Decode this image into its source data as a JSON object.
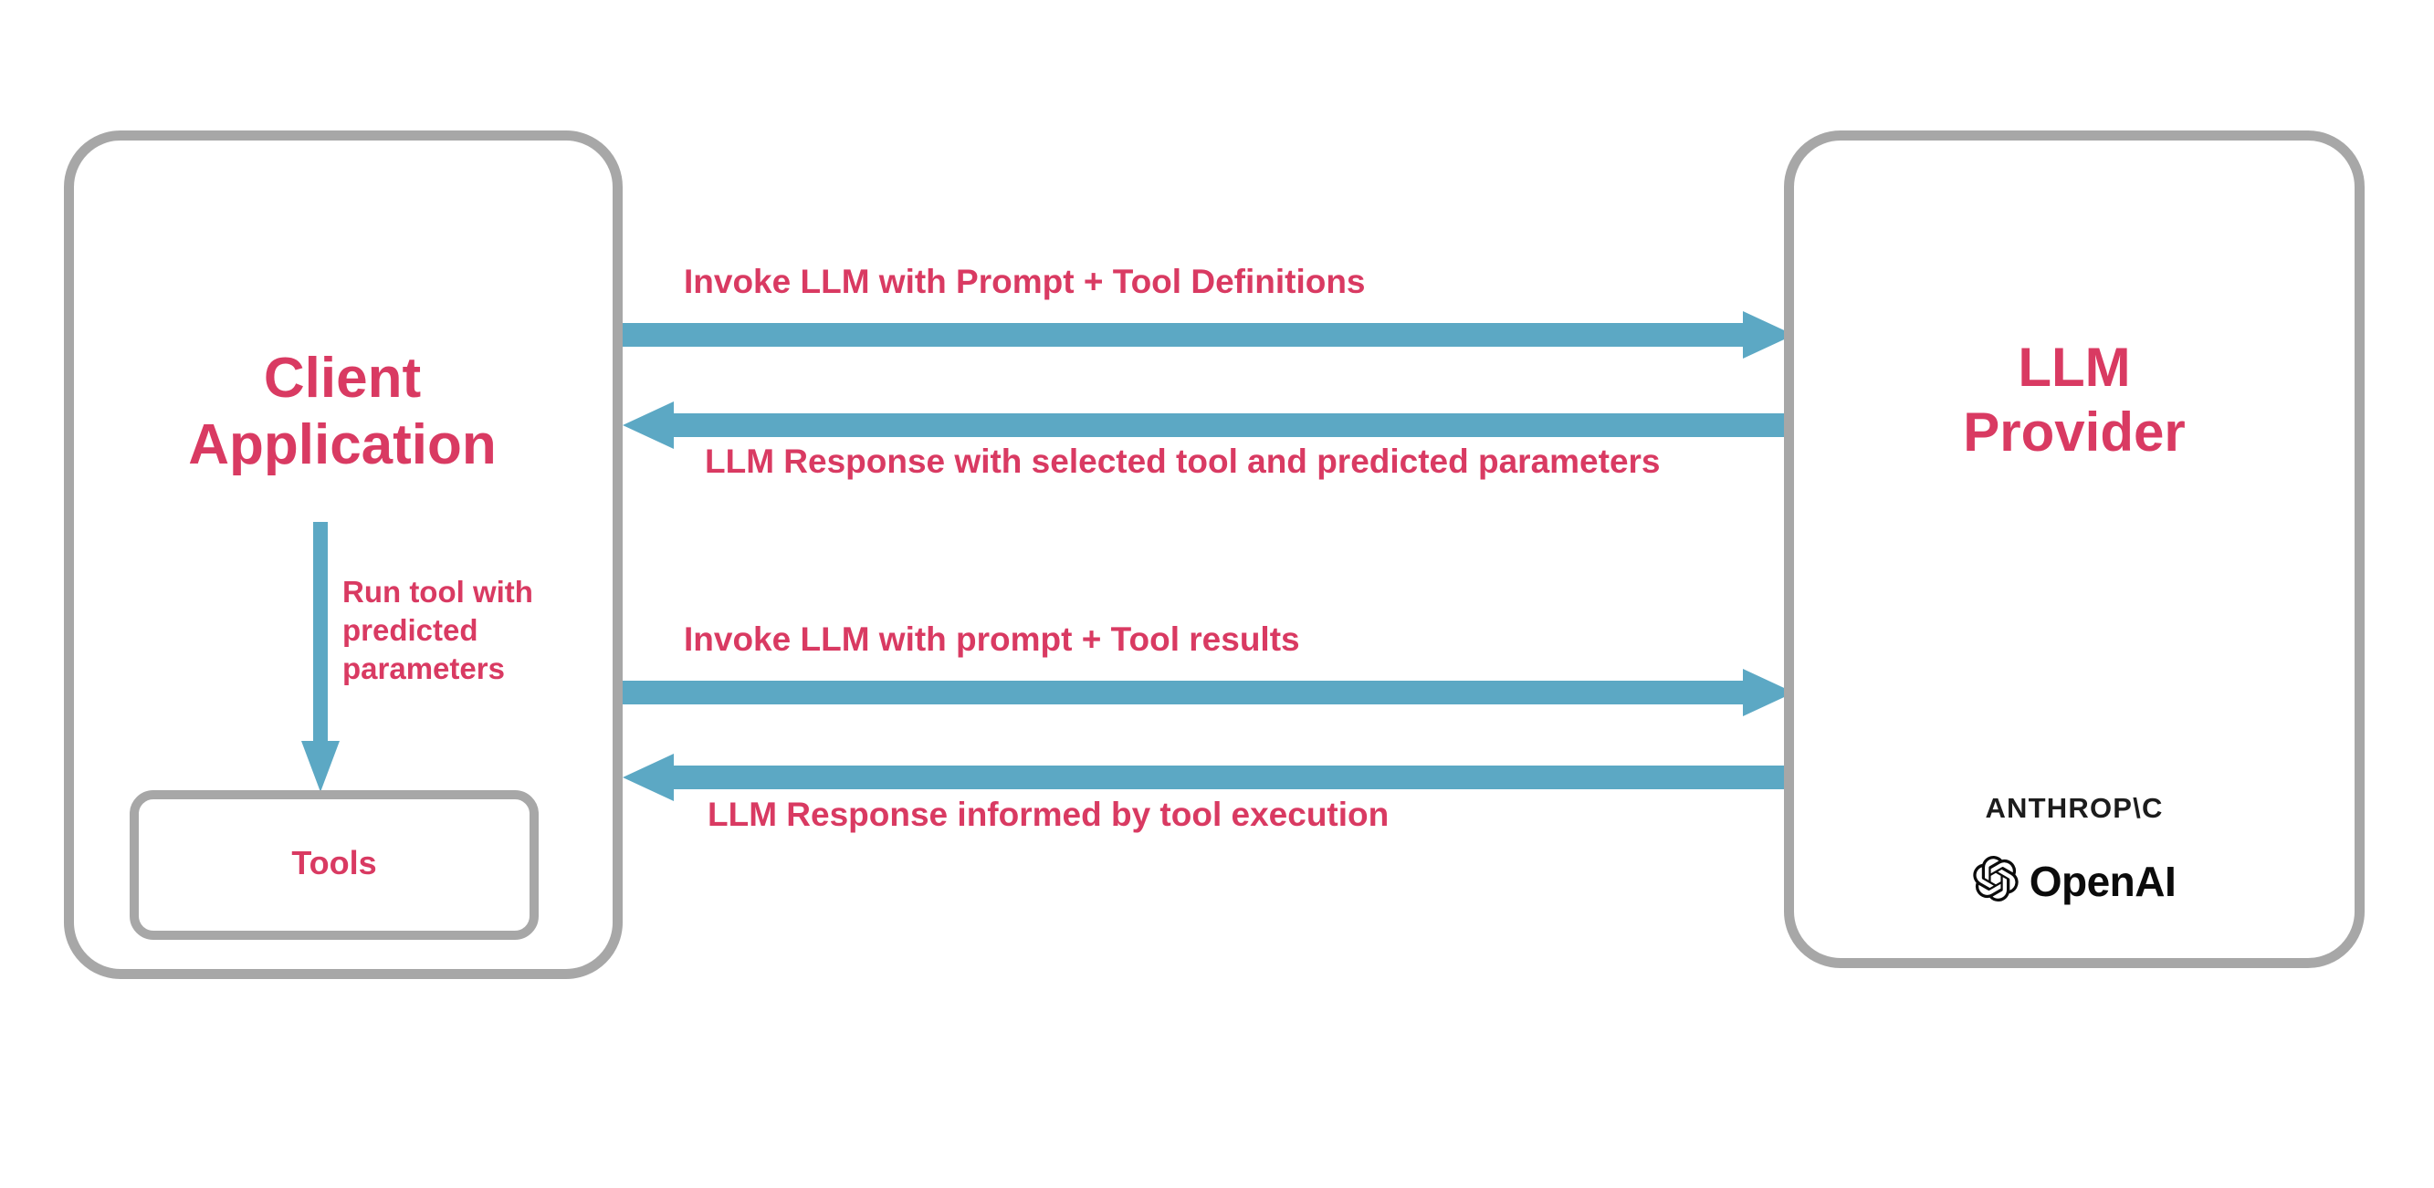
{
  "diagram": {
    "title": "LLM Tool Calling Flow",
    "colors": {
      "accent_text": "#d93a62",
      "arrow": "#5ca8c4",
      "box_border": "#a7a7a7",
      "logo_text": "#1c1c1c",
      "background": "#ffffff"
    },
    "nodes": {
      "client": {
        "label": "Client\nApplication",
        "tools": {
          "label": "Tools"
        }
      },
      "provider": {
        "label": "LLM\nProvider",
        "logos": [
          {
            "name": "anthropic-logo",
            "text": "ANTHROP\\C"
          },
          {
            "name": "openai-logo",
            "text": "OpenAI"
          }
        ]
      }
    },
    "edges": [
      {
        "id": "invoke-tool-definitions",
        "label": "Invoke LLM with Prompt + Tool Definitions",
        "direction": "client-to-provider"
      },
      {
        "id": "response-selected-tool",
        "label": "LLM Response with selected tool and predicted parameters",
        "direction": "provider-to-client"
      },
      {
        "id": "invoke-tool-results",
        "label": "Invoke LLM with prompt + Tool results",
        "direction": "client-to-provider"
      },
      {
        "id": "response-tool-execution",
        "label": "LLM Response informed by tool execution",
        "direction": "provider-to-client"
      },
      {
        "id": "run-tool",
        "label": "Run tool with\npredicted\nparameters",
        "direction": "client-to-tools"
      }
    ]
  }
}
